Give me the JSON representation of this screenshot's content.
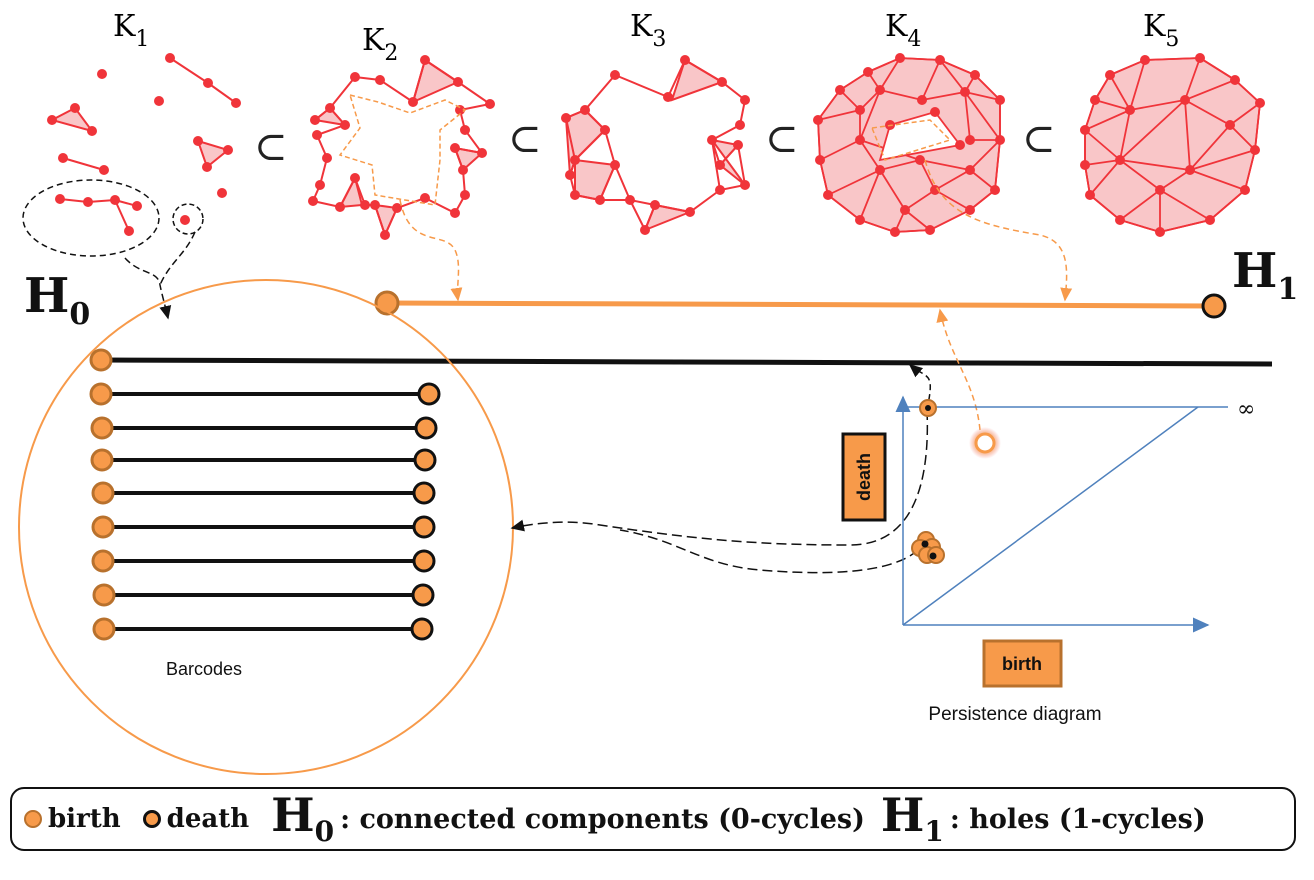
{
  "complexes": [
    {
      "label": "K",
      "sub": "1"
    },
    {
      "label": "K",
      "sub": "2"
    },
    {
      "label": "K",
      "sub": "3"
    },
    {
      "label": "K",
      "sub": "4"
    },
    {
      "label": "K",
      "sub": "5"
    }
  ],
  "subset_symbol": "⊂",
  "h0": {
    "letter": "H",
    "sub": "0"
  },
  "h1": {
    "letter": "H",
    "sub": "1"
  },
  "barcodes_label": "Barcodes",
  "persistence": {
    "title": "Persistence diagram",
    "death_label": "death",
    "birth_label": "birth",
    "infinity": "∞"
  },
  "legend": {
    "birth": "birth",
    "death": "death",
    "h0_letter": "H",
    "h0_sub": "0",
    "h0_desc": ": connected components (0-cycles)",
    "h1_letter": "H",
    "h1_sub": "1",
    "h1_desc": ": holes (1-cycles)"
  },
  "colors": {
    "node": "#f0343a",
    "edge": "#f0343a",
    "fill": "#f9c6c8",
    "orange": "#f79a4a",
    "orange_dark": "#b8712d",
    "axis": "#4f81bd",
    "bar": "#111111"
  }
}
